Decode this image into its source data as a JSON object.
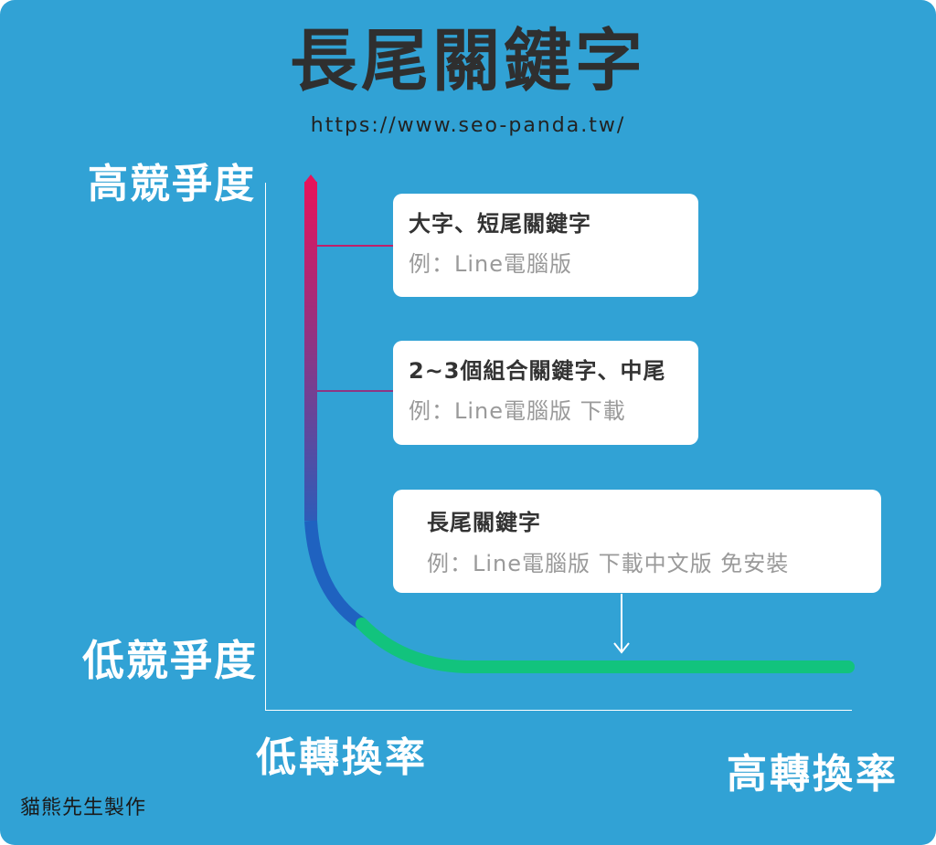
{
  "title": "長尾關鍵字",
  "url": "https://www.seo-panda.tw/",
  "axes": {
    "y_top": "高競爭度",
    "y_bottom": "低競爭度",
    "x_left": "低轉換率",
    "x_right": "高轉換率"
  },
  "cards": [
    {
      "title": "大字、短尾關鍵字",
      "example": "例：Line電腦版"
    },
    {
      "title": "2~3個組合關鍵字、中尾",
      "example": "例：Line電腦版 下載"
    },
    {
      "title": "長尾關鍵字",
      "example": "例：Line電腦版 下載中文版 免安裝"
    }
  ],
  "credit": "貓熊先生製作",
  "colors": {
    "background": "#31a2d5",
    "curve_top": "#e8135a",
    "curve_mid": "#7b3a8f",
    "curve_blue": "#1f62c0",
    "curve_green": "#12c37d",
    "connector": "#b8246f"
  }
}
